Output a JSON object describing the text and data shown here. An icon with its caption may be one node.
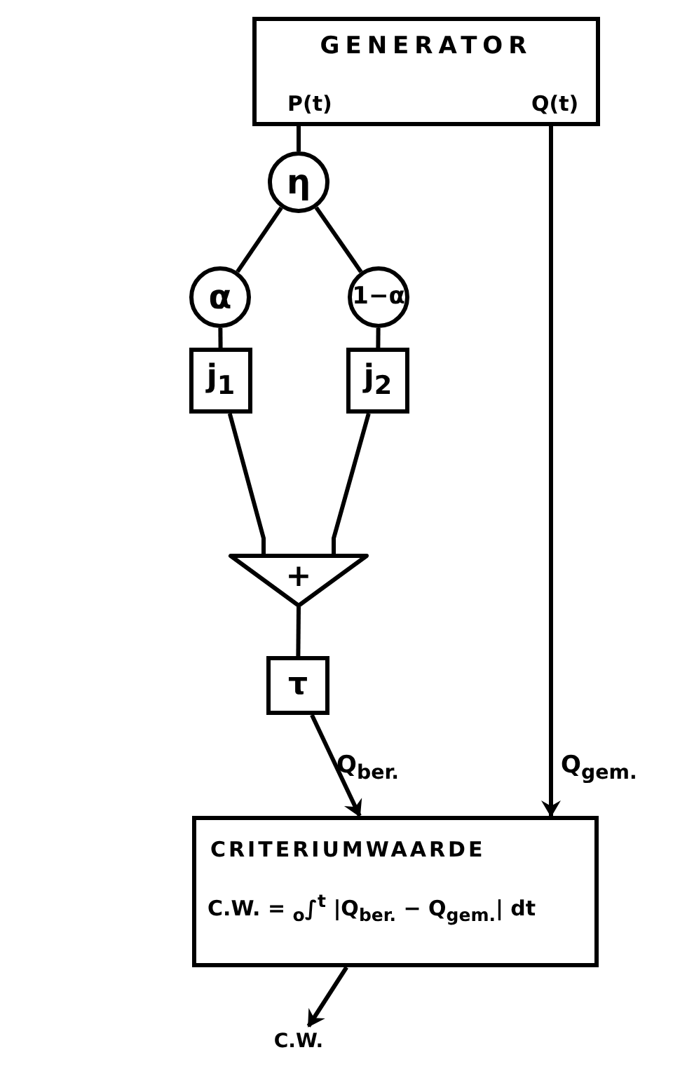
{
  "diagram": {
    "nodes": [
      {
        "text": [
          "GENERATOR",
          "P(t)",
          "Q(t)"
        ]
      },
      {
        "text": [
          "η"
        ]
      },
      {
        "text": [
          "α"
        ]
      },
      {
        "text": [
          "1−α"
        ]
      },
      {
        "text": [
          "j$_{1}$"
        ]
      },
      {
        "text": [
          "j$_{2}$"
        ]
      },
      {
        "text": [
          "+"
        ]
      },
      {
        "text": [
          "τ"
        ]
      },
      {
        "text": [
          "CRITERIUMWAARDE",
          "C.W. = $_{o}$∫$^{t}$ |Q$_{ber.}$ − Q$_{gem.}$| dt"
        ]
      },
      {
        "text": [
          "C.W."
        ]
      }
    ],
    "edges": [
      {
        "from": 0,
        "to": 1,
        "arrow": "none"
      },
      {
        "from": 1,
        "to": 2,
        "arrow": "none"
      },
      {
        "from": 1,
        "to": 3,
        "arrow": "none"
      },
      {
        "from": 2,
        "to": 4,
        "arrow": "none"
      },
      {
        "from": 3,
        "to": 5,
        "arrow": "none"
      },
      {
        "from": 4,
        "to": 6,
        "arrow": "none"
      },
      {
        "from": 5,
        "to": 6,
        "arrow": "none"
      },
      {
        "from": 6,
        "to": 7,
        "arrow": "none"
      },
      {
        "from": 7,
        "to": 8,
        "arrow": "to",
        "label": "Q$_{ber.}$"
      },
      {
        "from": 0,
        "to": 8,
        "arrow": "to",
        "label": "Q$_{gem.}$"
      },
      {
        "from": 8,
        "to": 9,
        "arrow": "to"
      }
    ]
  }
}
